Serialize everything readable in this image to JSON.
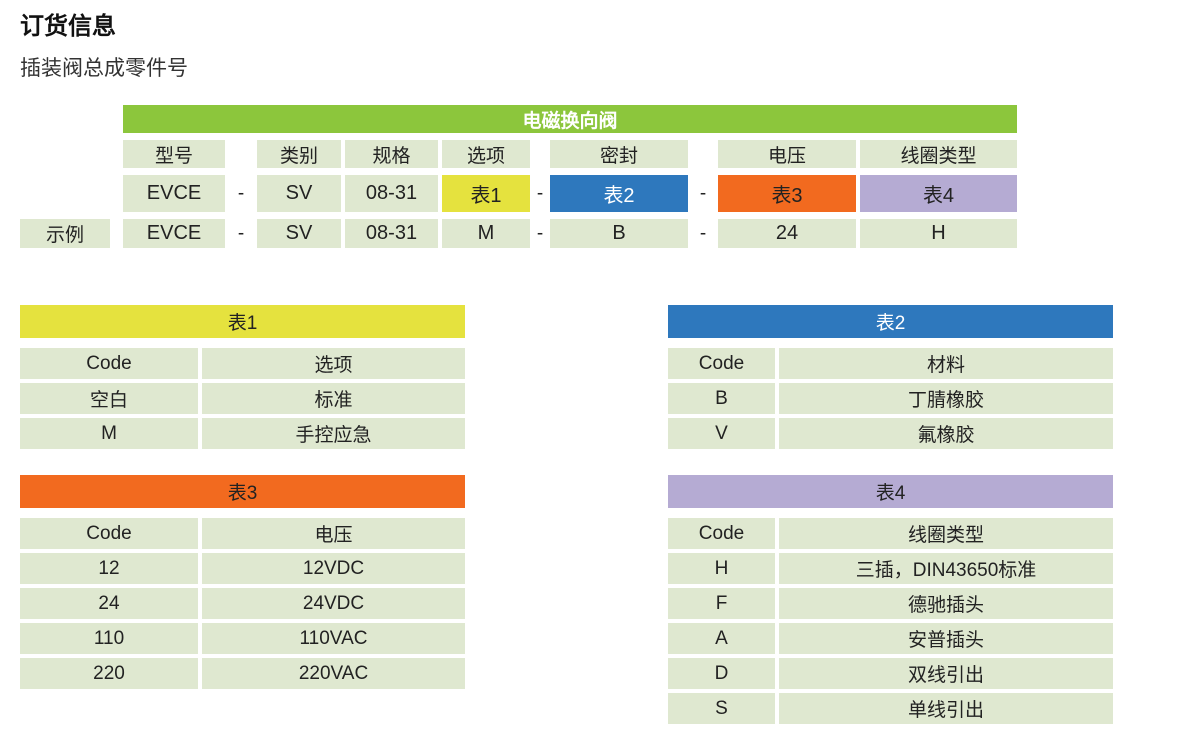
{
  "page": {
    "title": "订货信息",
    "subtitle": "插装阀总成零件号"
  },
  "order_table": {
    "header": "电磁换向阀",
    "columns": [
      "型号",
      "类别",
      "规格",
      "选项",
      "密封",
      "电压",
      "线圈类型"
    ],
    "code_row": [
      "EVCE",
      "-",
      "SV",
      "08-31",
      "表1",
      "-",
      "表2",
      "-",
      "表3",
      "表4"
    ],
    "example_label": "示例",
    "example_row": [
      "EVCE",
      "-",
      "SV",
      "08-31",
      "M",
      "-",
      "B",
      "-",
      "24",
      "H"
    ]
  },
  "tables": [
    {
      "title": "表1",
      "columns": [
        "Code",
        "选项"
      ],
      "rows": [
        [
          "空白",
          "标准"
        ],
        [
          "M",
          "手控应急"
        ]
      ]
    },
    {
      "title": "表2",
      "columns": [
        "Code",
        "材料"
      ],
      "rows": [
        [
          "B",
          "丁腈橡胶"
        ],
        [
          "V",
          "氟橡胶"
        ]
      ]
    },
    {
      "title": "表3",
      "columns": [
        "Code",
        "电压"
      ],
      "rows": [
        [
          "12",
          "12VDC"
        ],
        [
          "24",
          "24VDC"
        ],
        [
          "110",
          "110VAC"
        ],
        [
          "220",
          "220VAC"
        ]
      ]
    },
    {
      "title": "表4",
      "columns": [
        "Code",
        "线圈类型"
      ],
      "rows": [
        [
          "H",
          "三插，DIN43650标准"
        ],
        [
          "F",
          "德驰插头"
        ],
        [
          "A",
          "安普插头"
        ],
        [
          "D",
          "双线引出"
        ],
        [
          "S",
          "单线引出"
        ]
      ]
    }
  ],
  "colors": {
    "green_header": "#8cc63c",
    "yellow": "#e5e23e",
    "blue": "#2e78bd",
    "orange": "#f26a1f",
    "lavender": "#b5abd3",
    "cell_background": "#dfe8d0",
    "text": "#222222"
  }
}
